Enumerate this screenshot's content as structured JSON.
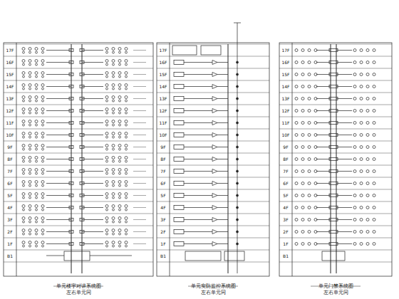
{
  "diagram": {
    "nodes": [
      {
        "text": [
          "单元楼宇对讲系统图",
          "左右单元同"
        ]
      },
      {
        "text": [
          "单元安防监控系统图",
          "左右单元同"
        ]
      },
      {
        "text": [
          "单元门禁系统图",
          "左右单元同"
        ]
      }
    ],
    "labels": [
      "17F",
      "16F",
      "15F",
      "14F",
      "13F",
      "12F",
      "11F",
      "10F",
      "9F",
      "8F",
      "7F",
      "6F",
      "5F",
      "4F",
      "3F",
      "2F",
      "1F",
      "B1",
      "17F",
      "16F",
      "15F",
      "14F",
      "13F",
      "12F",
      "11F",
      "10F",
      "9F",
      "8F",
      "7F",
      "6F",
      "5F",
      "4F",
      "3F",
      "2F",
      "1F",
      "B1",
      "17F",
      "16F",
      "15F",
      "14F",
      "13F",
      "12F",
      "11F",
      "10F",
      "9F",
      "8F",
      "7F",
      "6F",
      "5F",
      "4F",
      "3F",
      "2F",
      "1F",
      "B1"
    ]
  }
}
